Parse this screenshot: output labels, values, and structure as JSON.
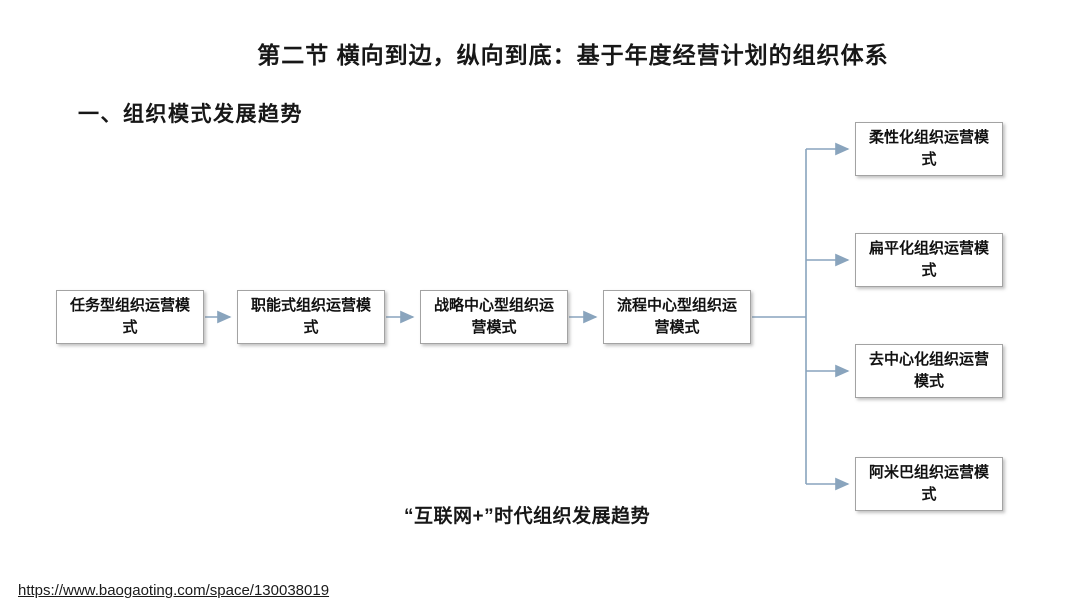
{
  "page": {
    "title": "第二节 横向到边，纵向到底：基于年度经营计划的组织体系",
    "section_heading": "一、组织模式发展趋势",
    "caption": "“互联网+”时代组织发展趋势",
    "source_url": "https://www.baogaoting.com/space/130038019"
  },
  "diagram": {
    "flow_nodes": [
      {
        "label": "任务型组织运营模式"
      },
      {
        "label": "职能式组织运营模式"
      },
      {
        "label": "战略中心型组织运营模式"
      },
      {
        "label": "流程中心型组织运营模式"
      }
    ],
    "branch_nodes": [
      {
        "label": "柔性化组织运营模式"
      },
      {
        "label": "扁平化组织运营模式"
      },
      {
        "label": "去中心化组织运营模式"
      },
      {
        "label": "阿米巴组织运营模式"
      }
    ],
    "colors": {
      "connector": "#89a4bd",
      "box_border": "#a3a3a3",
      "text": "#171717"
    }
  }
}
